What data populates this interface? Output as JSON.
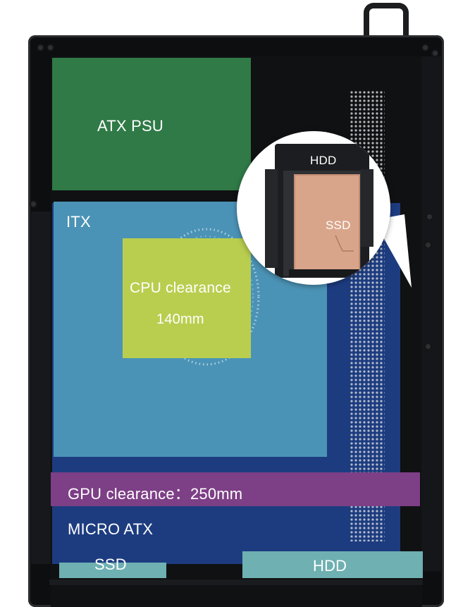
{
  "labels": {
    "atx_psu": "ATX PSU",
    "itx": "ITX",
    "cpu_clearance": "CPU clearance",
    "cpu_clearance_value": "140mm",
    "gpu_clearance": "GPU clearance：250mm",
    "micro_atx": "MICRO ATX",
    "ssd_bottom": "SSD",
    "hdd_bottom": "HDD",
    "inset_hdd": "HDD",
    "inset_ssd": "SSD"
  },
  "colors": {
    "atx_psu": "#2f7a46",
    "itx": "#4b93b6",
    "cpu_clearance": "#b9ce4f",
    "gpu_clearance": "#7d3f86",
    "micro_atx": "#1f3f86",
    "drive_bay": "#6fb0b2",
    "case_body": "#0d0e10",
    "ssd_copper": "#d9a58a"
  }
}
